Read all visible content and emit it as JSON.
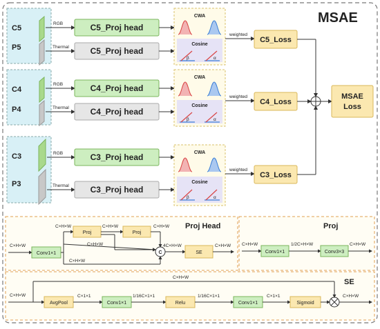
{
  "title": "MSAE",
  "levels": [
    {
      "feat": "C5",
      "proj": "P5",
      "rgb_label": "RGB",
      "thermal_label": "Thermal",
      "head_rgb": "C5_Proj head",
      "head_thermal": "C5_Proj head",
      "weighted_label": "weighted",
      "loss": "C5_Loss",
      "cwa": "CWA",
      "cosine": "Cosine"
    },
    {
      "feat": "C4",
      "proj": "P4",
      "rgb_label": "RGB",
      "thermal_label": "Thermal",
      "head_rgb": "C4_Proj head",
      "head_thermal": "C4_Proj head",
      "weighted_label": "weighted",
      "loss": "C4_Loss",
      "cwa": "CWA",
      "cosine": "Cosine"
    },
    {
      "feat": "C3",
      "proj": "P3",
      "rgb_label": "RGB",
      "thermal_label": "Thermal",
      "head_rgb": "C3_Proj head",
      "head_thermal": "C3_Proj head",
      "weighted_label": "weighted",
      "loss": "C3_Loss",
      "cwa": "CWA",
      "cosine": "Cosine"
    }
  ],
  "final_loss": {
    "line1": "MSAE",
    "line2": "Loss"
  },
  "angle_beta": "β",
  "angle_alpha": "α",
  "proj_head": {
    "title": "Proj Head",
    "input_dim": "C×H×W",
    "conv": "Conv1×1",
    "proj1": "Proj",
    "proj2": "Proj",
    "dim_top_in": "C×H×W",
    "dim_mid": "C×H×W",
    "dim_top_out": "C×H×W",
    "dim_under": "C×H×W",
    "dim_bottom": "C×H×W",
    "concat": "C",
    "concat_dim": "4C×H×W",
    "se": "SE",
    "out_dim": "C×H×W"
  },
  "proj": {
    "title": "Proj",
    "in_dim": "C×H×W",
    "conv1": "Conv1×1",
    "mid_dim": "1/2C×H×W",
    "conv3": "Conv3×3",
    "out_dim": "C×H×W"
  },
  "se": {
    "title": "SE",
    "in_dim": "C×H×W",
    "skip_dim": "C×H×W",
    "avgpool": "AvgPool",
    "d1": "C×1×1",
    "conv1": "Conv1×1",
    "d2": "1/16C×1×1",
    "relu": "Relu",
    "d3": "1/16C×1×1",
    "conv2": "Conv1×1",
    "d4": "C×1×1",
    "sigmoid": "Sigmoid",
    "out_dim": "C×H×W"
  },
  "colors": {
    "green_box": "#cdeec0",
    "gray_box": "#e6e6e6",
    "yellow_box": "#fbe8b0",
    "blue_panel": "#d8f0f6",
    "red_curve": "#d94545",
    "blue_curve": "#3c7fd6"
  }
}
